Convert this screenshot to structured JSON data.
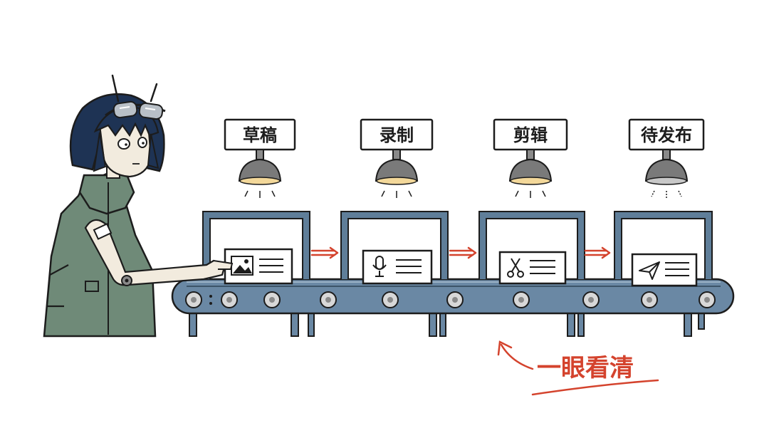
{
  "stages": [
    {
      "label": "草稿",
      "icon": "image-icon"
    },
    {
      "label": "录制",
      "icon": "microphone-icon"
    },
    {
      "label": "剪辑",
      "icon": "scissors-icon"
    },
    {
      "label": "待发布",
      "icon": "paper-plane-icon"
    }
  ],
  "annotation": {
    "text": "一眼看清"
  },
  "colors": {
    "frame": "#5f7e99",
    "belt": "#6a88a4",
    "accent": "#d4432d",
    "lamp": "#7a7a7a",
    "glow": "#f3d89a",
    "jacket": "#6f8a78",
    "hair": "#1e3354"
  }
}
